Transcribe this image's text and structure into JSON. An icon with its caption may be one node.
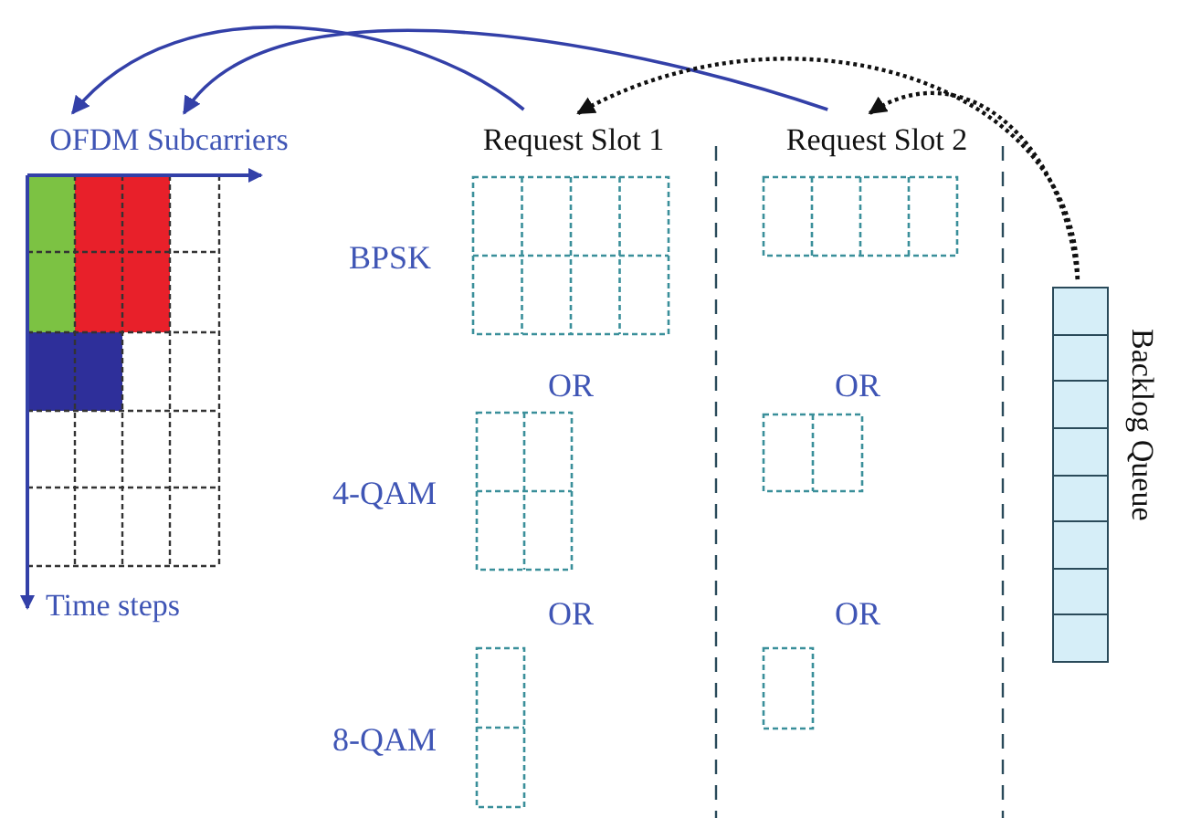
{
  "diagram": {
    "nodes": [
      {
        "text": [
          "OFDM Subcarriers"
        ]
      },
      {
        "text": [
          "Request Slot 1"
        ]
      },
      {
        "text": [
          "Request Slot 2"
        ]
      },
      {
        "text": [],
        "shape": "bar",
        "beside": [
          "Backlog Queue"
        ]
      }
    ],
    "edges": [
      {
        "from": 1,
        "to": 0,
        "arrow": "to",
        "color": "#3340a8"
      },
      {
        "from": 2,
        "to": 0,
        "arrow": "to",
        "color": "#3340a8"
      },
      {
        "from": 3,
        "to": 1,
        "arrow": "to",
        "style": "dashed",
        "color": "#111111"
      },
      {
        "from": 3,
        "to": 2,
        "arrow": "to",
        "style": "dashed",
        "color": "#111111"
      }
    ],
    "labels": [
      "BPSK",
      "OR",
      "OR",
      "4-QAM",
      "Time steps",
      "OR",
      "OR",
      "8-QAM"
    ]
  }
}
